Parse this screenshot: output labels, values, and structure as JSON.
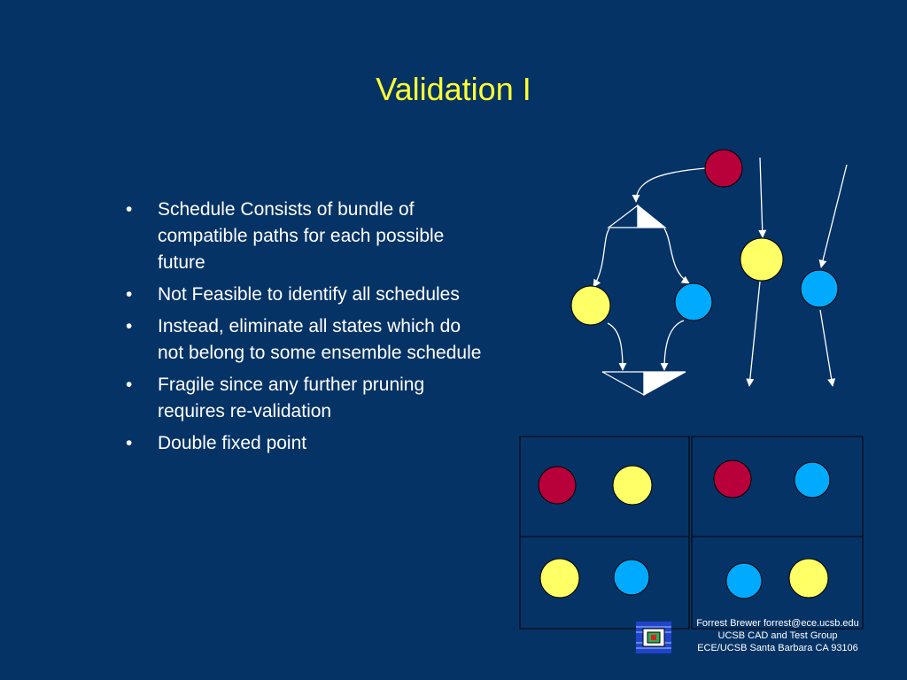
{
  "slide": {
    "title": "Validation I",
    "bullets": [
      "Schedule Consists of bundle of compatible paths for each possible future",
      "Not Feasible to identify all schedules",
      "Instead, eliminate all states which do not belong to some ensemble schedule",
      "Fragile since any further pruning requires re-validation",
      "Double fixed point"
    ],
    "bullet_glyph": "•"
  },
  "footer": {
    "line1": "Forrest Brewer  forrest@ece.ucsb.edu",
    "line2": "UCSB CAD and Test Group",
    "line3": "ECE/UCSB Santa Barbara CA 93106"
  },
  "colors": {
    "background": "#063366",
    "title": "#FFFF33",
    "node_red": "#B8003A",
    "node_yellow": "#FFFF66",
    "node_blue": "#00AAFF"
  },
  "icons": {
    "logo": "ucsb-logo-icon"
  }
}
